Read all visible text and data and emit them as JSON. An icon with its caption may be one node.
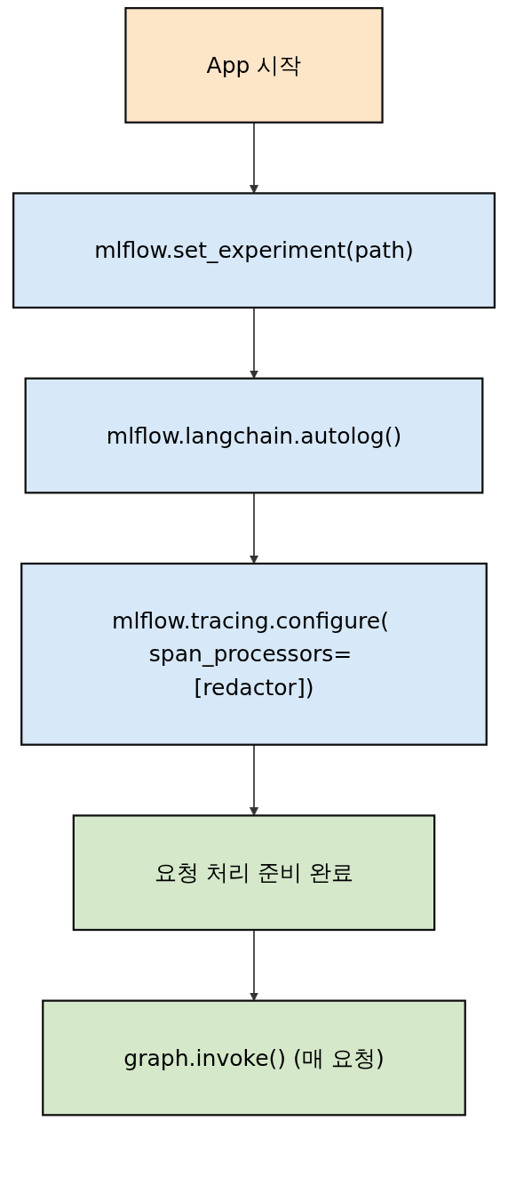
{
  "diagram": {
    "nodes": [
      {
        "text": [
          "App 시작"
        ]
      },
      {
        "text": [
          "mlflow.set_experiment(path)"
        ]
      },
      {
        "text": [
          "mlflow.langchain.autolog()"
        ]
      },
      {
        "text": [
          "mlflow.tracing.configure( span_processors= [redactor])"
        ]
      },
      {
        "text": [
          "요청 처리 준비 완료"
        ]
      },
      {
        "text": [
          "graph.invoke() (매 요청)"
        ]
      }
    ],
    "edges": [
      {
        "from": 0,
        "to": 1,
        "arrow": "to"
      },
      {
        "from": 1,
        "to": 2,
        "arrow": "to"
      },
      {
        "from": 2,
        "to": 3,
        "arrow": "to"
      },
      {
        "from": 3,
        "to": 4,
        "arrow": "to"
      },
      {
        "from": 4,
        "to": 5,
        "arrow": "to"
      }
    ]
  }
}
